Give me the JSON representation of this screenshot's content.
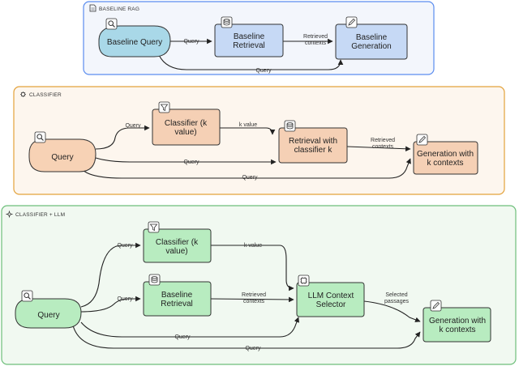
{
  "colors": {
    "baseline_group_fill": "#f3f6fc",
    "baseline_group_stroke": "#5b8def",
    "classifier_group_fill": "#fdf6ee",
    "classifier_group_stroke": "#e3a23b",
    "llm_group_fill": "#f1f9f1",
    "llm_group_stroke": "#6dbf7a",
    "query_blue": "#a9d8e8",
    "node_blue": "#c6d9f5",
    "query_peach": "#f7d2b5",
    "node_peach": "#f5d0b5",
    "node_green": "#b8ecc0"
  },
  "groups": {
    "baseline": {
      "title": "BASELINE RAG",
      "icon": "document-icon"
    },
    "classifier": {
      "title": "CLASSIFIER",
      "icon": "gear-icon"
    },
    "llm": {
      "title": "CLASSIFIER + LLM",
      "icon": "sparkle-icon"
    }
  },
  "nodes": {
    "b_query": {
      "lines": [
        "Baseline Query"
      ],
      "icon": "search-icon"
    },
    "b_retrieval": {
      "lines": [
        "Baseline",
        "Retrieval"
      ],
      "icon": "database-icon"
    },
    "b_generation": {
      "lines": [
        "Baseline",
        "Generation"
      ],
      "icon": "pencil-icon"
    },
    "c_query": {
      "lines": [
        "Query"
      ],
      "icon": "search-icon"
    },
    "c_classifier": {
      "lines": [
        "Classifier (k",
        "value)"
      ],
      "icon": "filter-icon"
    },
    "c_retrieval": {
      "lines": [
        "Retrieval with",
        "classifier k"
      ],
      "icon": "database-icon"
    },
    "c_generation": {
      "lines": [
        "Generation with",
        "k contexts"
      ],
      "icon": "pencil-icon"
    },
    "l_query": {
      "lines": [
        "Query"
      ],
      "icon": "search-icon"
    },
    "l_classifier": {
      "lines": [
        "Classifier (k",
        "value)"
      ],
      "icon": "filter-icon"
    },
    "l_retrieval": {
      "lines": [
        "Baseline",
        "Retrieval"
      ],
      "icon": "database-icon"
    },
    "l_selector": {
      "lines": [
        "LLM Context",
        "Selector"
      ],
      "icon": "chip-icon"
    },
    "l_generation": {
      "lines": [
        "Generation with",
        "k contexts"
      ],
      "icon": "pencil-icon"
    }
  },
  "edges": {
    "b_q_r": [
      "Query"
    ],
    "b_r_g": [
      "Retrieved",
      "contexts"
    ],
    "b_q_g": [
      "Query"
    ],
    "c_q_cls": [
      "Query"
    ],
    "c_cls_r": [
      "k value"
    ],
    "c_q_r": [
      "Query"
    ],
    "c_r_g": [
      "Retrieved",
      "contexts"
    ],
    "c_q_g": [
      "Query"
    ],
    "l_q_cls": [
      "Query"
    ],
    "l_cls_sel": [
      "k value"
    ],
    "l_q_r": [
      "Query"
    ],
    "l_r_sel": [
      "Retrieved",
      "contexts"
    ],
    "l_sel_g": [
      "Selected",
      "passages"
    ],
    "l_q_sel": [
      "Query"
    ],
    "l_q_g": [
      "Query"
    ]
  }
}
